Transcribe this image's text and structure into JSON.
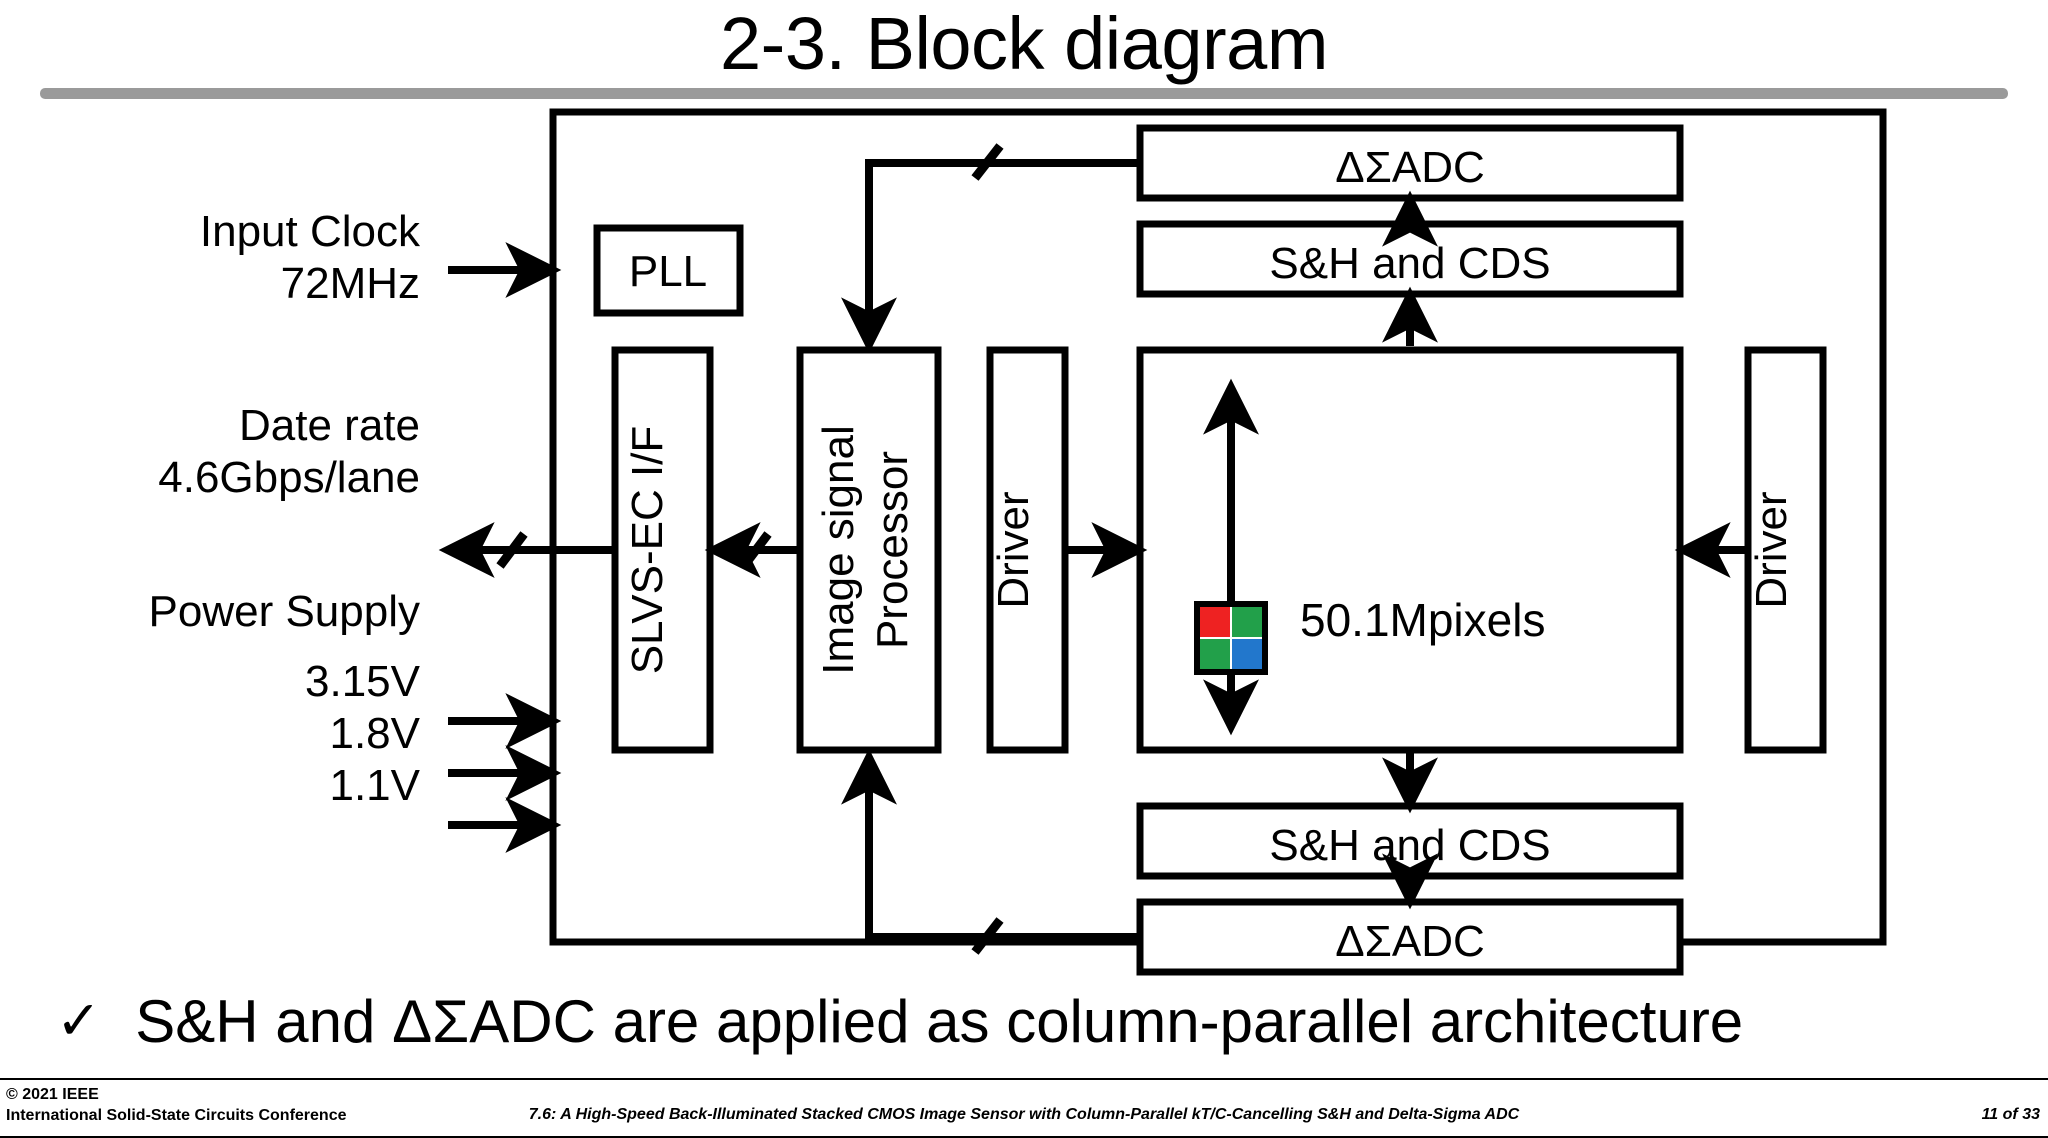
{
  "slide": {
    "title": "2-3. Block diagram",
    "page_indicator": "11 of 33"
  },
  "annotations": {
    "input_clock_line1": "Input Clock",
    "input_clock_line2": "72MHz",
    "data_rate_line1": "Date rate",
    "data_rate_line2": "4.6Gbps/lane",
    "power_supply_title": "Power Supply",
    "power_rails": [
      "3.15V",
      "1.8V",
      "1.1V"
    ]
  },
  "blocks": {
    "pll": "PLL",
    "slvs_ec": "SLVS-EC I/F",
    "isp_line1": "Image signal",
    "isp_line2": "Processor",
    "driver_left": "Driver",
    "driver_right": "Driver",
    "adc_top": "ΔΣADC",
    "sh_cds_top": "S&H and CDS",
    "sh_cds_bottom": "S&H and CDS",
    "adc_bottom": "ΔΣADC",
    "pixel_array_label": "50.1Mpixels"
  },
  "pixel_cell": {
    "name": "bayer-pattern",
    "top_left": "#ee2222",
    "top_right": "#22a04a",
    "bottom_left": "#22a04a",
    "bottom_right": "#2277cc"
  },
  "bullet": {
    "marker": "✓",
    "text": "S&H and ΔΣADC are applied as column-parallel architecture"
  },
  "footer": {
    "copyright": "© 2021 IEEE",
    "conference": "International Solid-State Circuits Conference",
    "paper": "7.6: A High-Speed Back-Illuminated Stacked CMOS Image Sensor with Column-Parallel kT/C-Cancelling S&H and Delta-Sigma ADC",
    "page": "11 of 33"
  },
  "colors": {
    "title_rule": "#9a9a9a",
    "stroke": "#000000",
    "background": "#ffffff"
  }
}
